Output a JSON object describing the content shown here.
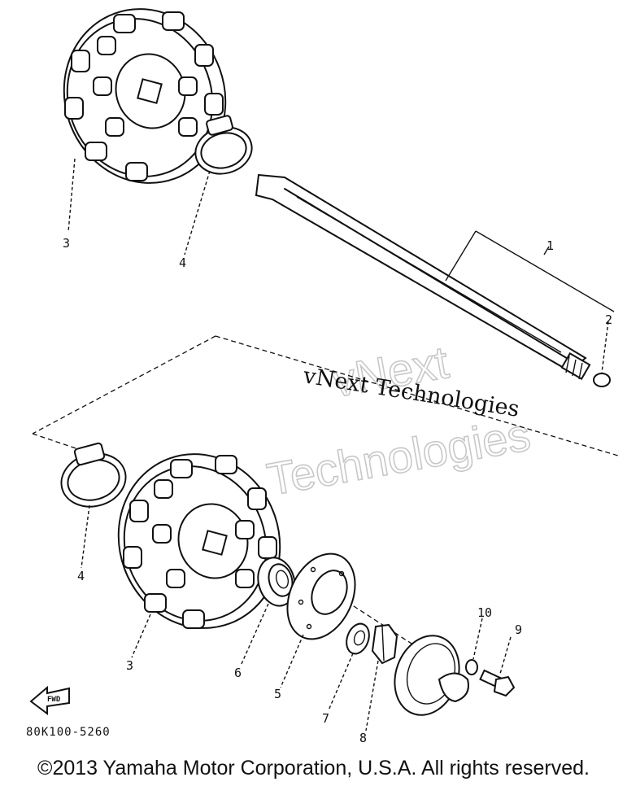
{
  "labels": {
    "p1": "1",
    "p2": "2",
    "p3_top": "3",
    "p4_top": "4",
    "p4_bottom": "4",
    "p3_bottom": "3",
    "p6": "6",
    "p5": "5",
    "p7": "7",
    "p8": "8",
    "p10": "10",
    "p9": "9"
  },
  "fwd_label": "FWD",
  "diagram_code": "80K100-5260",
  "watermark": {
    "text": "vNext Technologies",
    "outline_line1": "vNext",
    "outline_line2": "Technologies"
  },
  "copyright": "©2013 Yamaha Motor Corporation, U.S.A. All rights reserved.",
  "colors": {
    "ink": "#111111",
    "watermark_outline": "#c8c8c8",
    "background": "#ffffff"
  }
}
